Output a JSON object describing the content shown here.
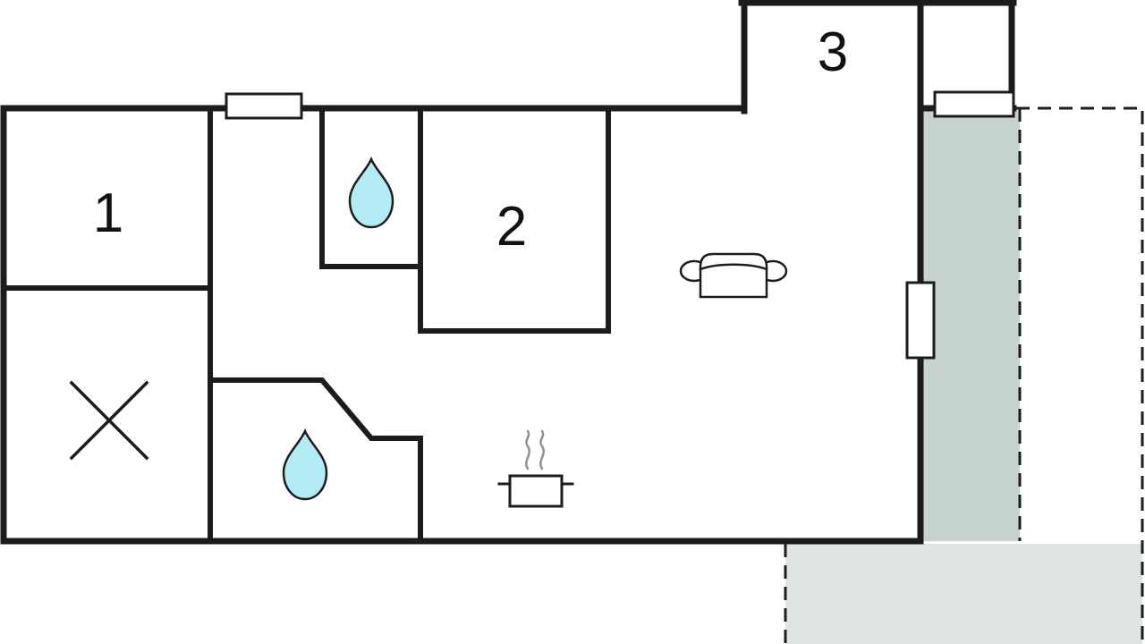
{
  "floorplan": {
    "kind": "holiday-home-floor-plan",
    "room_labels": [
      {
        "id": "room-1",
        "label": "1"
      },
      {
        "id": "room-2",
        "label": "2"
      },
      {
        "id": "room-3",
        "label": "3"
      }
    ],
    "icons": [
      {
        "name": "water-drop-icon",
        "location": "upper-bathroom"
      },
      {
        "name": "water-drop-icon",
        "location": "lower-bathroom"
      },
      {
        "name": "sofa-icon",
        "location": "living-area"
      },
      {
        "name": "cooking-pot-icon",
        "location": "kitchen-area"
      },
      {
        "name": "steam-icon",
        "location": "kitchen-area"
      },
      {
        "name": "cross-mark-icon",
        "location": "utility-room"
      }
    ],
    "colors": {
      "wall": "#1c1c1c",
      "label_text": "#111111",
      "window_fill": "#ffffff",
      "water_drop_fill": "#b3ebf4",
      "terrace_side_fill": "#c6d2cc",
      "terrace_bottom_fill": "#dfe6e1",
      "steam": "#909090",
      "furniture_fill": "#ffffff"
    }
  }
}
